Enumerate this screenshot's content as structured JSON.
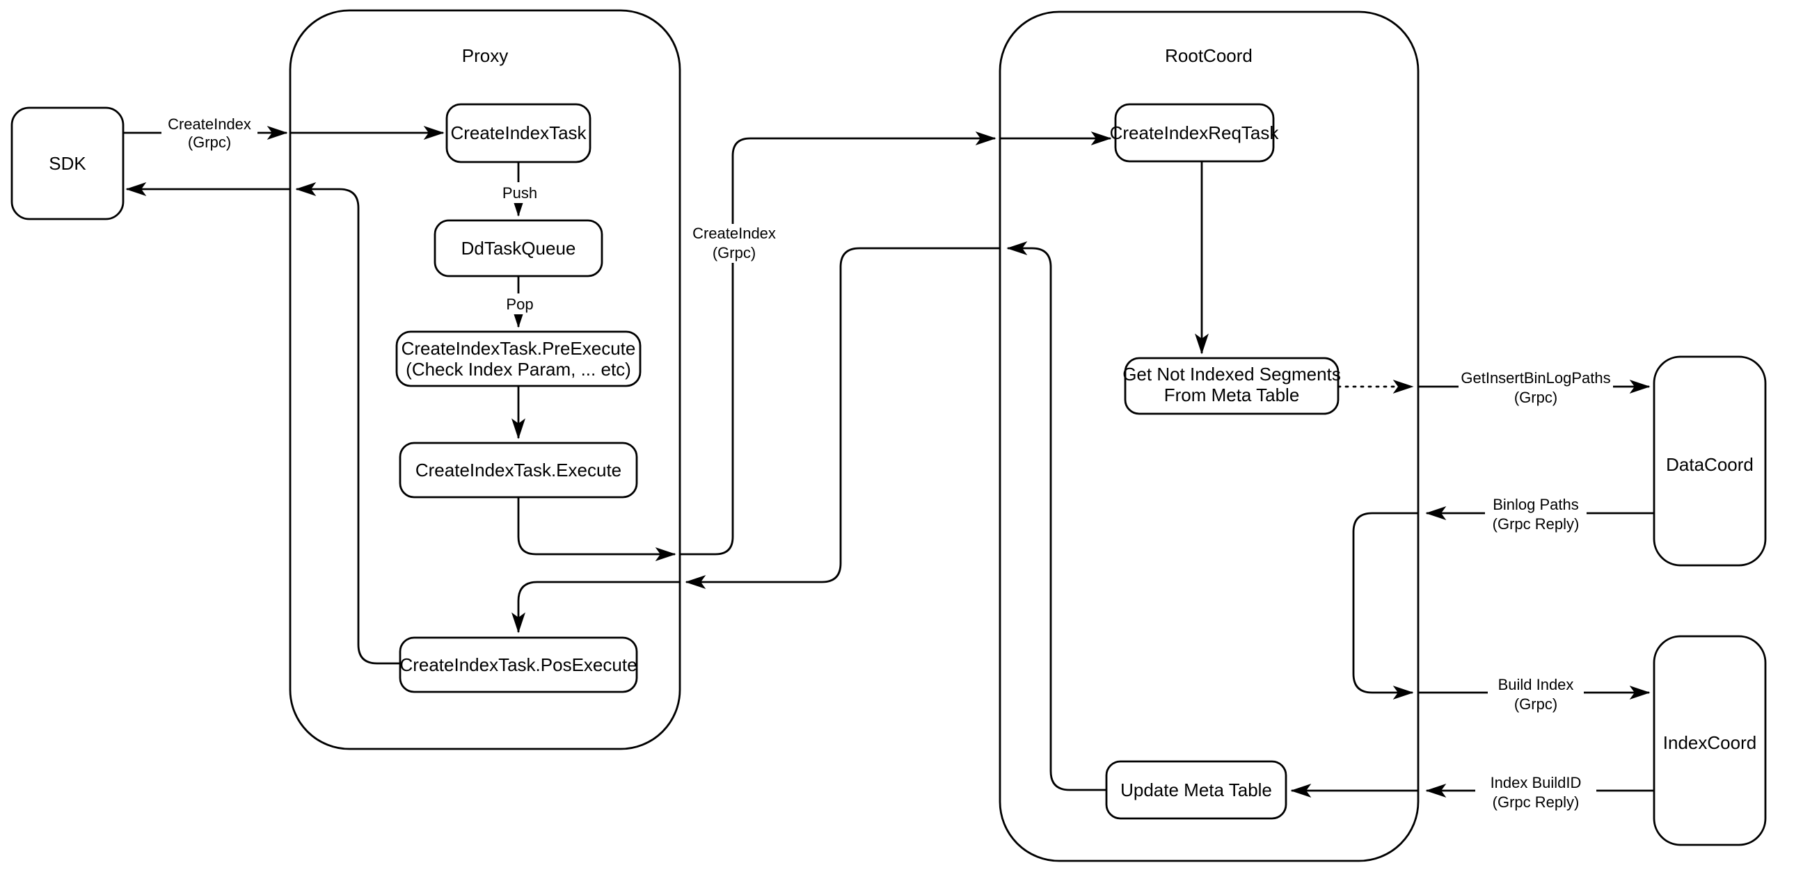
{
  "containers": {
    "proxy": {
      "label": "Proxy"
    },
    "rootcoord": {
      "label": "RootCoord"
    }
  },
  "nodes": {
    "sdk": {
      "label": "SDK"
    },
    "create_index_task": {
      "label": "CreateIndexTask"
    },
    "dd_task_queue": {
      "label": "DdTaskQueue"
    },
    "pre_execute": {
      "line1": "CreateIndexTask.PreExecute",
      "line2": "(Check Index Param, ... etc)"
    },
    "execute": {
      "label": "CreateIndexTask.Execute"
    },
    "pos_execute": {
      "label": "CreateIndexTask.PosExecute"
    },
    "create_index_req_task": {
      "label": "CreateIndexReqTask"
    },
    "get_not_indexed": {
      "line1": "Get Not Indexed Segments",
      "line2": "From Meta Table"
    },
    "update_meta_table": {
      "label": "Update Meta Table"
    },
    "datacoord": {
      "label": "DataCoord"
    },
    "indexcoord": {
      "label": "IndexCoord"
    }
  },
  "edge_labels": {
    "sdk_create_index": {
      "line1": "CreateIndex",
      "line2": "(Grpc)"
    },
    "push": {
      "label": "Push"
    },
    "pop": {
      "label": "Pop"
    },
    "proxy_create_index": {
      "line1": "CreateIndex",
      "line2": "(Grpc)"
    },
    "get_insert_binlog_paths": {
      "line1": "GetInsertBinLogPaths",
      "line2": "(Grpc)"
    },
    "binlog_paths": {
      "line1": "Binlog Paths",
      "line2": "(Grpc Reply)"
    },
    "build_index": {
      "line1": "Build Index",
      "line2": "(Grpc)"
    },
    "index_buildid": {
      "line1": "Index BuildID",
      "line2": "(Grpc Reply)"
    }
  },
  "colors": {
    "stroke": "#000000",
    "node_fill": "#ffffff",
    "background": "#ffffff"
  }
}
